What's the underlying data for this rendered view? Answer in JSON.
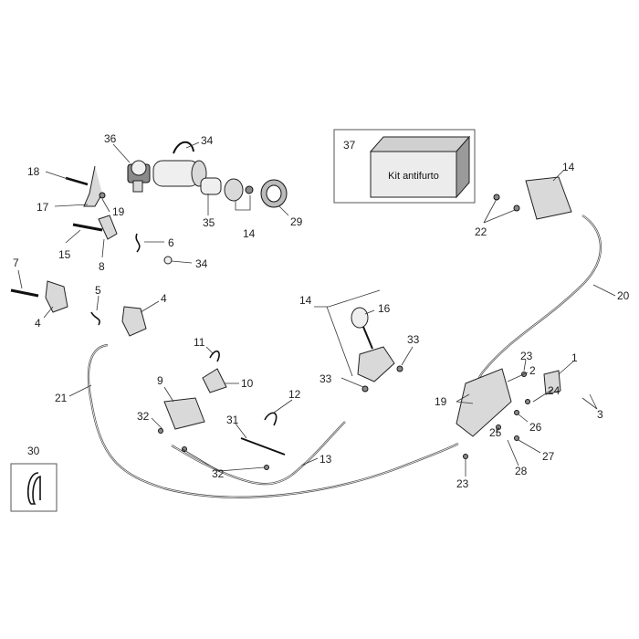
{
  "diagram": {
    "kit_box": {
      "number": "37",
      "label": "Kit antifurto"
    },
    "callouts": [
      {
        "id": "c36",
        "text": "36"
      },
      {
        "id": "c34a",
        "text": "34"
      },
      {
        "id": "c18",
        "text": "18"
      },
      {
        "id": "c17",
        "text": "17"
      },
      {
        "id": "c19a",
        "text": "19"
      },
      {
        "id": "c35",
        "text": "35"
      },
      {
        "id": "c14a",
        "text": "14"
      },
      {
        "id": "c29",
        "text": "29"
      },
      {
        "id": "c6",
        "text": "6"
      },
      {
        "id": "c15",
        "text": "15"
      },
      {
        "id": "c8",
        "text": "8"
      },
      {
        "id": "c34b",
        "text": "34"
      },
      {
        "id": "c7",
        "text": "7"
      },
      {
        "id": "c5",
        "text": "5"
      },
      {
        "id": "c4a",
        "text": "4"
      },
      {
        "id": "c4b",
        "text": "4"
      },
      {
        "id": "c14b",
        "text": "14"
      },
      {
        "id": "c16",
        "text": "16"
      },
      {
        "id": "c33a",
        "text": "33"
      },
      {
        "id": "c33b",
        "text": "33"
      },
      {
        "id": "c11",
        "text": "11"
      },
      {
        "id": "c10",
        "text": "10"
      },
      {
        "id": "c9",
        "text": "9"
      },
      {
        "id": "c12",
        "text": "12"
      },
      {
        "id": "c21",
        "text": "21"
      },
      {
        "id": "c32a",
        "text": "32"
      },
      {
        "id": "c31",
        "text": "31"
      },
      {
        "id": "c32b",
        "text": "32"
      },
      {
        "id": "c13",
        "text": "13"
      },
      {
        "id": "c30",
        "text": "30"
      },
      {
        "id": "c14c",
        "text": "14"
      },
      {
        "id": "c22",
        "text": "22"
      },
      {
        "id": "c20",
        "text": "20"
      },
      {
        "id": "c23a",
        "text": "23"
      },
      {
        "id": "c1",
        "text": "1"
      },
      {
        "id": "c2",
        "text": "2"
      },
      {
        "id": "c19b",
        "text": "19"
      },
      {
        "id": "c3",
        "text": "3"
      },
      {
        "id": "c24",
        "text": "24"
      },
      {
        "id": "c26",
        "text": "26"
      },
      {
        "id": "c25",
        "text": "25"
      },
      {
        "id": "c27",
        "text": "27"
      },
      {
        "id": "c28",
        "text": "28"
      },
      {
        "id": "c23b",
        "text": "23"
      }
    ]
  }
}
